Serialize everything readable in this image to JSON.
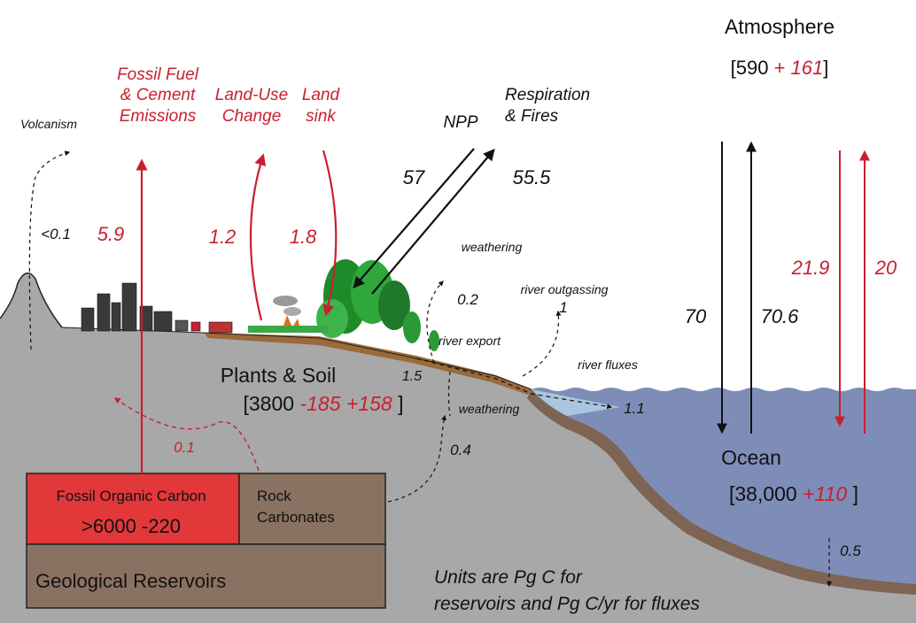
{
  "colors": {
    "anthropogenic": "#c8202f",
    "natural": "#111111",
    "ground": "#a8a8a8",
    "ocean": "#7e8db8",
    "fossil_box": "#e2383a",
    "rock_box": "#8a7262"
  },
  "atmosphere": {
    "title": "Atmosphere",
    "open": "[590",
    "plus": " + ",
    "anthro": "161",
    "close": "]"
  },
  "fluxes": {
    "volcanism_label": "Volcanism",
    "volcanism_value": "<0.1",
    "fossil_label_1": "Fossil Fuel",
    "fossil_label_2": "& Cement",
    "fossil_label_3": "Emissions",
    "fossil_value": "5.9",
    "landuse_label_1": "Land-Use",
    "landuse_label_2": "Change",
    "landuse_value": "1.2",
    "landsink_label_1": "Land",
    "landsink_label_2": "sink",
    "landsink_value": "1.8",
    "npp_label": "NPP",
    "npp_value": "57",
    "resp_label_1": "Respiration",
    "resp_label_2": "& Fires",
    "resp_value": "55.5",
    "weathering_top_label": "weathering",
    "weathering_top_value": "0.2",
    "river_outgassing_label": "river outgassing",
    "river_outgassing_value": "1",
    "river_export_label": "river export",
    "river_export_value": "1.5",
    "river_fluxes_label": "river fluxes",
    "river_fluxes_value": "1.1",
    "weathering_bottom_label": "weathering",
    "weathering_bottom_value": "0.4",
    "fossil_leak_value": "0.1",
    "ocean_down_natural": "70",
    "ocean_up_natural": "70.6",
    "ocean_down_anthro": "21.9",
    "ocean_up_anthro": "20",
    "sediment_value": "0.5"
  },
  "reservoirs": {
    "plants_title": "Plants & Soil",
    "plants_open": "[3800 ",
    "plants_minus": "-185",
    "plants_plus": " +158",
    "plants_close": " ]",
    "ocean_title": "Ocean",
    "ocean_open": "[38,000 ",
    "ocean_anthro": "+110",
    "ocean_close": " ]",
    "fossil_title": "Fossil Organic Carbon",
    "fossil_value": ">6000 -220",
    "rock_label_1": "Rock",
    "rock_label_2": "Carbonates",
    "geo_title": "Geological Reservoirs"
  },
  "units_note_1": "Units are Pg C for",
  "units_note_2": "reservoirs and Pg C/yr for fluxes"
}
